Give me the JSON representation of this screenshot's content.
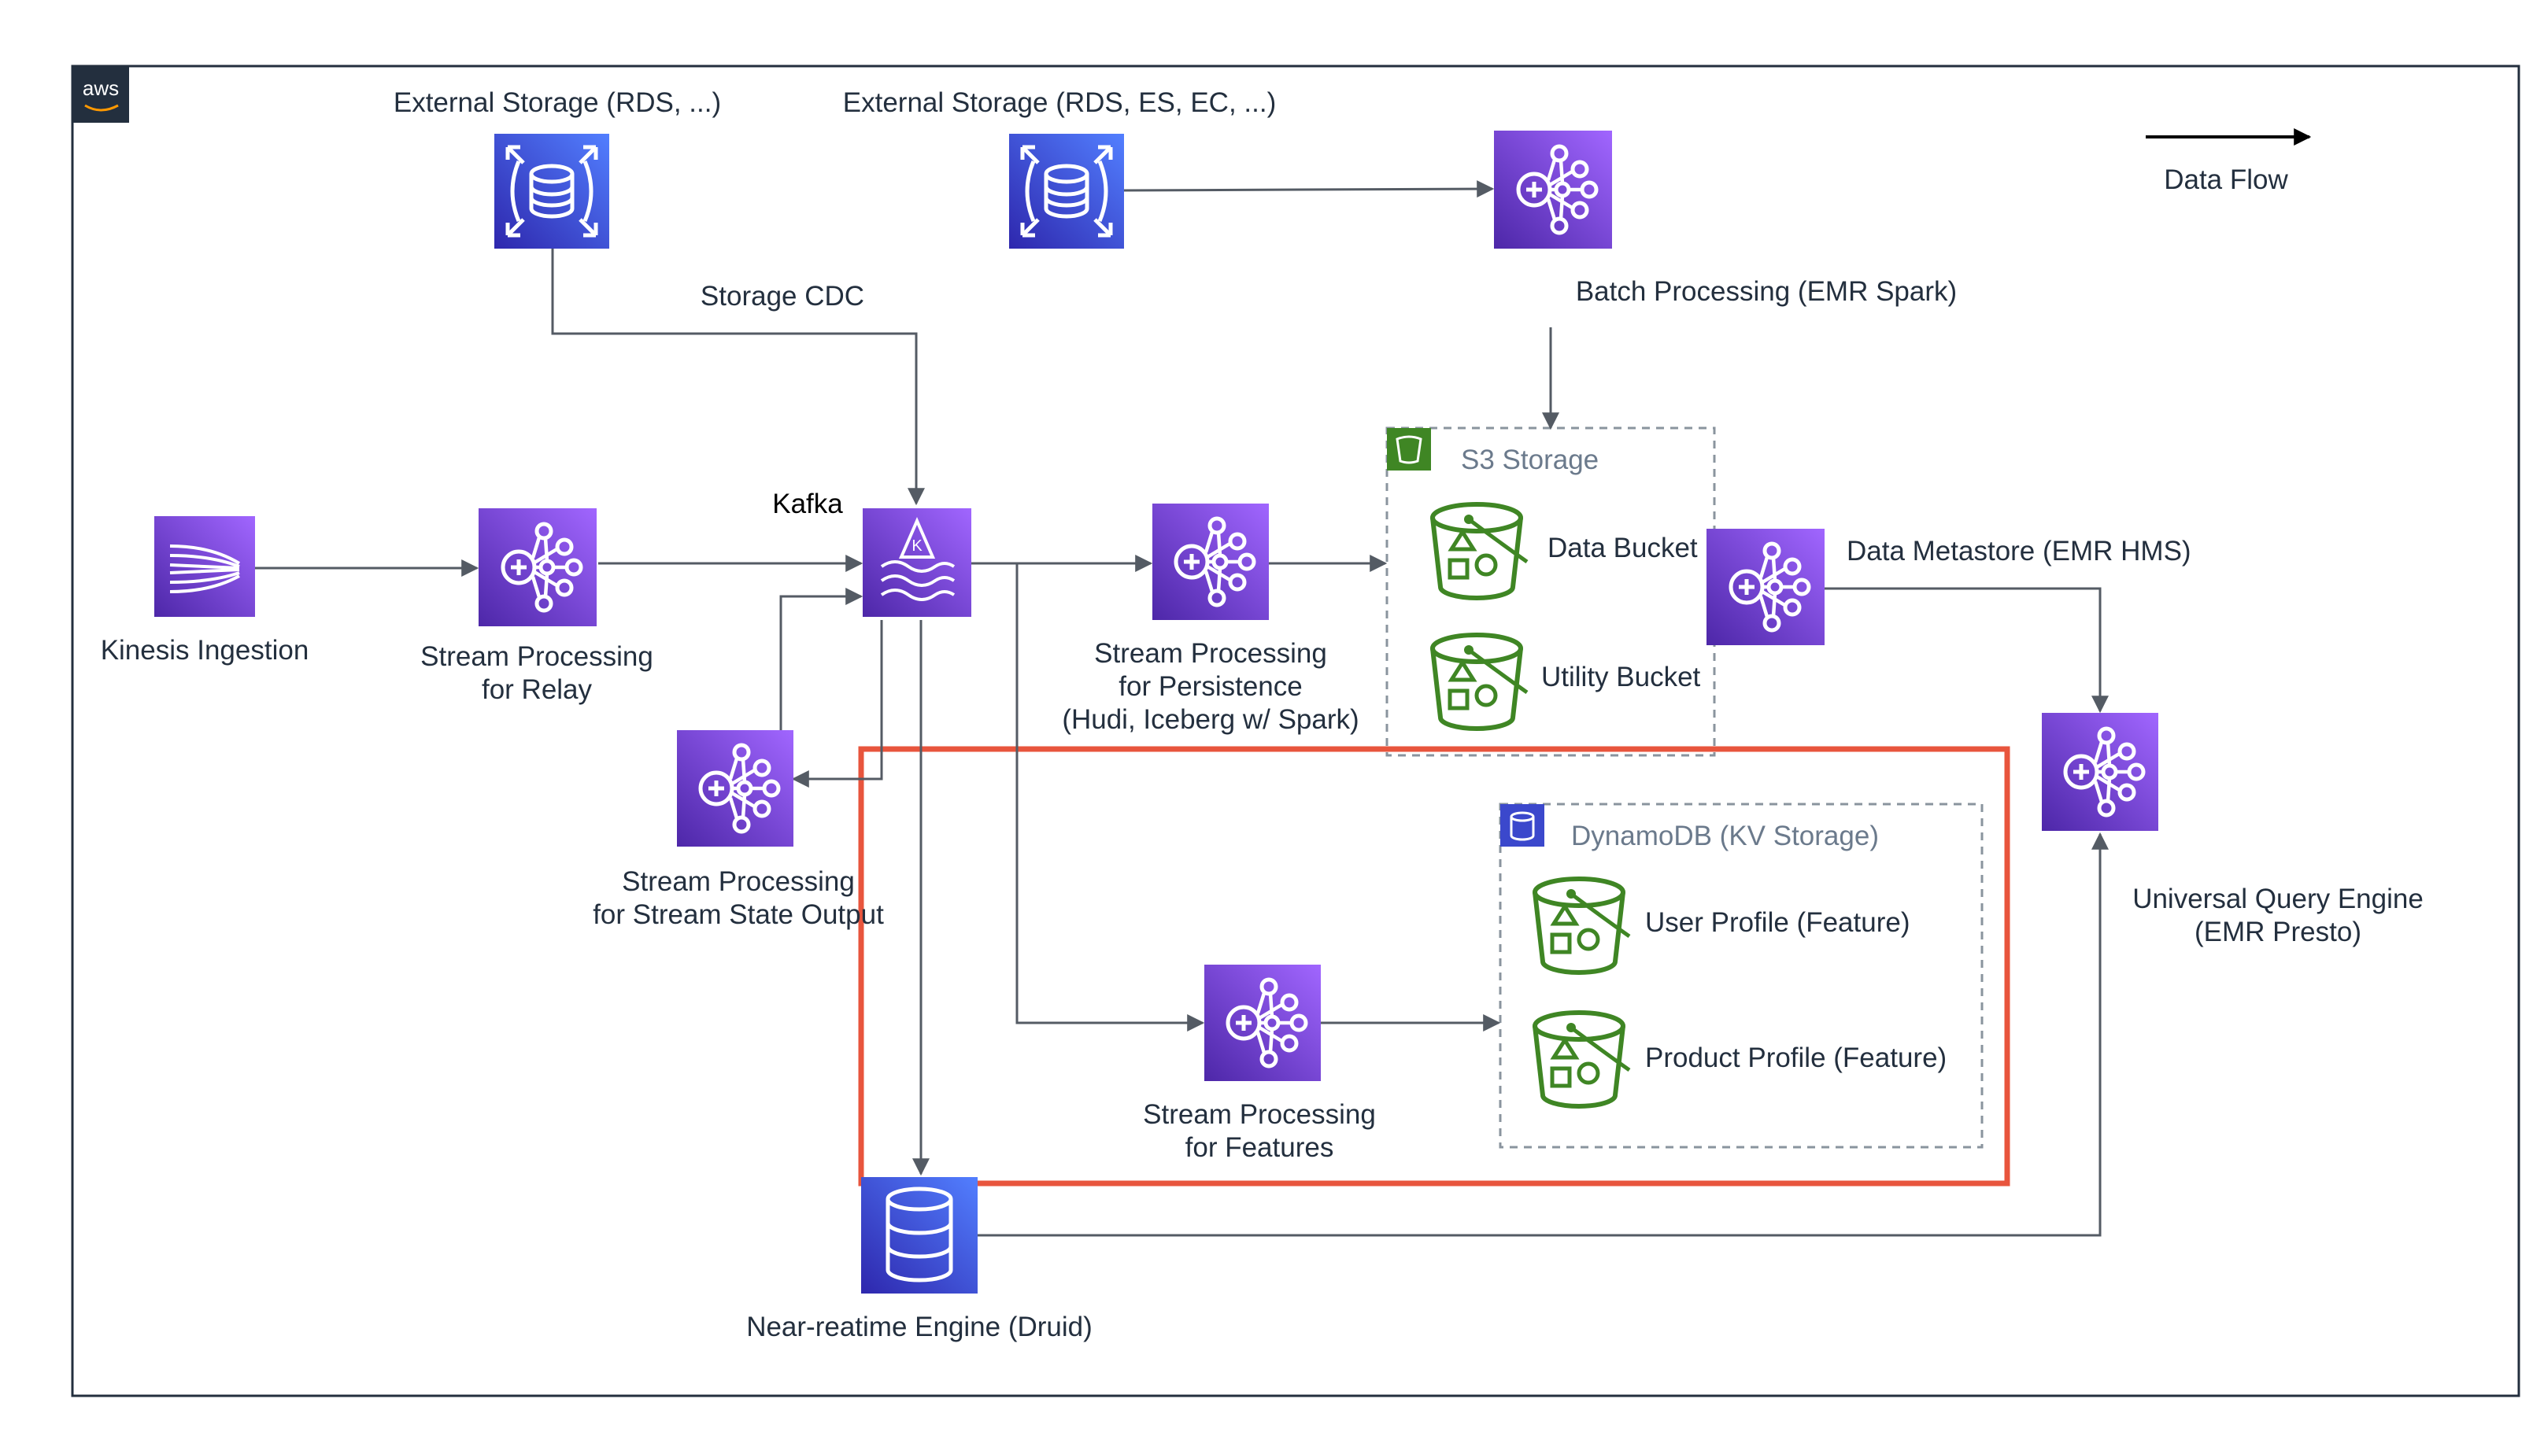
{
  "brand": {
    "logo_text": "aws"
  },
  "legend": {
    "label": "Data Flow"
  },
  "nodes": {
    "external_storage_1": "External Storage (RDS, ...)",
    "external_storage_2": "External Storage (RDS, ES, EC, ...)",
    "batch_processing": "Batch Processing (EMR Spark)",
    "storage_cdc": "Storage CDC",
    "kafka": "Kafka",
    "kinesis": "Kinesis Ingestion",
    "relay_line1": "Stream Processing",
    "relay_line2": "for Relay",
    "persistence_line1": "Stream Processing",
    "persistence_line2": "for Persistence",
    "persistence_line3": "(Hudi, Iceberg w/ Spark)",
    "state_line1": "Stream Processing",
    "state_line2": "for Stream State Output",
    "features_line1": "Stream Processing",
    "features_line2": "for Features",
    "metastore": "Data Metastore (EMR HMS)",
    "query_line1": "Universal Query Engine",
    "query_line2": "(EMR Presto)",
    "druid": "Near-reatime Engine (Druid)"
  },
  "groups": {
    "s3": {
      "title": "S3 Storage",
      "items": [
        "Data Bucket",
        "Utility Bucket"
      ]
    },
    "dynamodb": {
      "title": "DynamoDB (KV Storage)",
      "items": [
        "User Profile (Feature)",
        "Product Profile (Feature)"
      ]
    }
  },
  "colors": {
    "analytics_purple": "#8c4fff",
    "database_blue": "#3b48cc",
    "bucket_green": "#3f8624",
    "highlight_red": "#e8553d",
    "arrow": "#545b64"
  }
}
